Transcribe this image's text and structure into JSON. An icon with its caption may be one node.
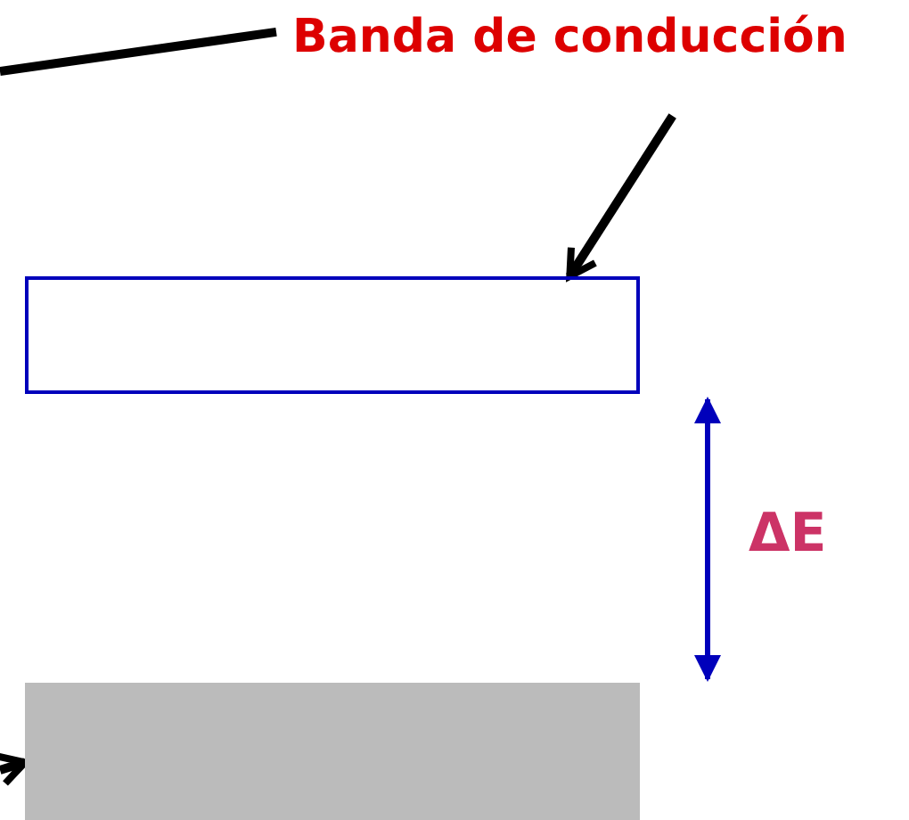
{
  "diagram": {
    "nodes": [
      {
        "text": [
          "Banda de conducción"
        ]
      },
      {
        "text": [],
        "shape": "box"
      },
      {
        "text": [],
        "shape": "box"
      }
    ],
    "edges": [
      {
        "from": 0,
        "to": 1,
        "arrow": "to"
      },
      {
        "from": null,
        "to": 2,
        "arrow": "to"
      },
      {
        "from": null,
        "to": 0,
        "arrow": "none"
      }
    ],
    "labels": [
      "ΔE"
    ]
  }
}
